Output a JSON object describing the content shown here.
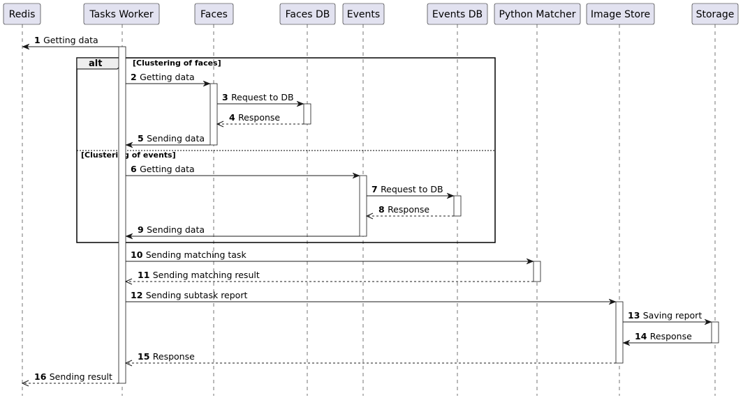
{
  "participants": [
    {
      "id": "redis",
      "label": "Redis"
    },
    {
      "id": "worker",
      "label": "Tasks Worker"
    },
    {
      "id": "faces",
      "label": "Faces"
    },
    {
      "id": "facesdb",
      "label": "Faces DB"
    },
    {
      "id": "events",
      "label": "Events"
    },
    {
      "id": "eventsdb",
      "label": "Events DB"
    },
    {
      "id": "matcher",
      "label": "Python Matcher"
    },
    {
      "id": "imagestore",
      "label": "Image Store"
    },
    {
      "id": "storage",
      "label": "Storage"
    }
  ],
  "messages": [
    {
      "num": "1",
      "text": "Getting data",
      "from": "worker",
      "to": "redis",
      "style": "solid"
    },
    {
      "num": "2",
      "text": "Getting data",
      "from": "worker",
      "to": "faces",
      "style": "solid"
    },
    {
      "num": "3",
      "text": "Request to DB",
      "from": "faces",
      "to": "facesdb",
      "style": "solid"
    },
    {
      "num": "4",
      "text": "Response",
      "from": "facesdb",
      "to": "faces",
      "style": "dashed"
    },
    {
      "num": "5",
      "text": "Sending data",
      "from": "faces",
      "to": "worker",
      "style": "solid"
    },
    {
      "num": "6",
      "text": "Getting data",
      "from": "worker",
      "to": "events",
      "style": "solid"
    },
    {
      "num": "7",
      "text": "Request to DB",
      "from": "events",
      "to": "eventsdb",
      "style": "solid"
    },
    {
      "num": "8",
      "text": "Response",
      "from": "eventsdb",
      "to": "events",
      "style": "dashed"
    },
    {
      "num": "9",
      "text": "Sending data",
      "from": "events",
      "to": "worker",
      "style": "solid"
    },
    {
      "num": "10",
      "text": "Sending matching task",
      "from": "worker",
      "to": "matcher",
      "style": "solid"
    },
    {
      "num": "11",
      "text": "Sending matching result",
      "from": "matcher",
      "to": "worker",
      "style": "dashed"
    },
    {
      "num": "12",
      "text": "Sending subtask report",
      "from": "worker",
      "to": "imagestore",
      "style": "solid"
    },
    {
      "num": "13",
      "text": "Saving report",
      "from": "imagestore",
      "to": "storage",
      "style": "solid"
    },
    {
      "num": "14",
      "text": "Response",
      "from": "storage",
      "to": "imagestore",
      "style": "solid"
    },
    {
      "num": "15",
      "text": "Response",
      "from": "imagestore",
      "to": "worker",
      "style": "dashed"
    },
    {
      "num": "16",
      "text": "Sending result",
      "from": "worker",
      "to": "redis",
      "style": "dashed"
    }
  ],
  "alt_group": {
    "title": "alt",
    "conditions": [
      "[Clustering of faces]",
      "[Clustering of events]"
    ]
  },
  "colors": {
    "participant_fill": "#E2E2F0",
    "participant_stroke": "#181818",
    "lifeline": "#181818",
    "activation_fill": "#ffffff",
    "group_header_fill": "#EEEEEE"
  }
}
